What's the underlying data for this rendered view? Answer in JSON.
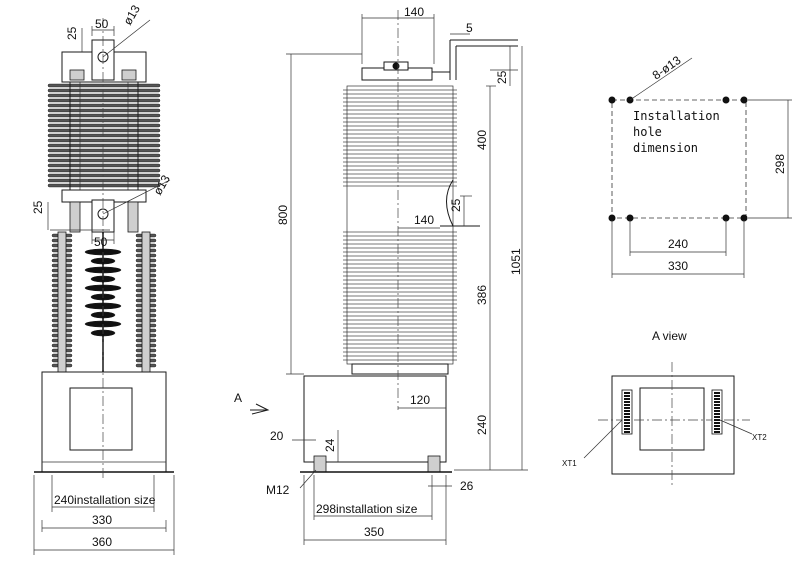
{
  "front_view": {
    "dims": {
      "top_25": "25",
      "top_50": "50",
      "top_hole": "ø13",
      "mid_25": "25",
      "mid_50": "50",
      "mid_hole": "ø13",
      "install_size": "240installation size",
      "width_330": "330",
      "width_360": "360"
    }
  },
  "side_view": {
    "dims": {
      "top_140": "140",
      "top_5": "5",
      "top_25": "25",
      "height_800": "800",
      "height_400": "400",
      "height_1051": "1051",
      "mid_140": "140",
      "mid_25": "25",
      "height_386": "386",
      "base_120": "120",
      "base_240": "240",
      "base_20": "20",
      "base_24": "24",
      "bolt_m12": "M12",
      "base_26": "26",
      "install_size": "298installation size",
      "width_350": "350"
    },
    "view_marker": "A"
  },
  "installation_hole": {
    "holes_label": "8-ø13",
    "title_line1": "Installation",
    "title_line2": "hole",
    "title_line3": "dimension",
    "dim_298": "298",
    "dim_240": "240",
    "dim_330": "330"
  },
  "a_view": {
    "title": "A view",
    "terminal_1": "XT1",
    "terminal_2": "XT2"
  }
}
